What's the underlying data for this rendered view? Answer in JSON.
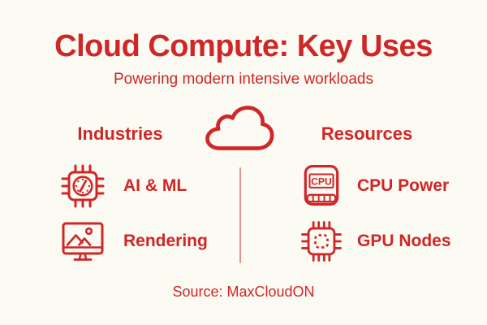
{
  "title": "Cloud Compute: Key Uses",
  "subtitle": "Powering modern intensive workloads",
  "center_icon": "cloud-icon",
  "left_column": {
    "header": "Industries",
    "items": [
      {
        "icon": "ai-chip-gauge-icon",
        "label": "AI & ML"
      },
      {
        "icon": "monitor-render-icon",
        "label": "Rendering"
      }
    ]
  },
  "right_column": {
    "header": "Resources",
    "items": [
      {
        "icon": "cpu-chip-icon",
        "label": "CPU Power",
        "icon_text": "CPU"
      },
      {
        "icon": "gpu-chip-icon",
        "label": "GPU Nodes"
      }
    ]
  },
  "source": "Source: MaxCloudON",
  "colors": {
    "accent": "#CF2727",
    "background": "#FBFAF3",
    "divider": "#E39490"
  }
}
